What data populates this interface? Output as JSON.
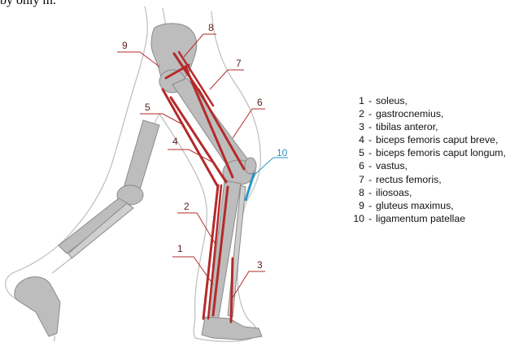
{
  "caption_fragment": "by only m.",
  "colors": {
    "muscle": "#b52a2a",
    "ligament": "#2c96c6",
    "bone": "#bdbdbd",
    "bone_stroke": "#8a8a8a",
    "outline": "#b8b8b8"
  },
  "labels": [
    {
      "id": "1",
      "text": "1",
      "color": "muscle"
    },
    {
      "id": "2",
      "text": "2",
      "color": "muscle"
    },
    {
      "id": "3",
      "text": "3",
      "color": "muscle"
    },
    {
      "id": "4",
      "text": "4",
      "color": "muscle"
    },
    {
      "id": "5",
      "text": "5",
      "color": "muscle"
    },
    {
      "id": "6",
      "text": "6",
      "color": "muscle"
    },
    {
      "id": "7",
      "text": "7",
      "color": "muscle"
    },
    {
      "id": "8",
      "text": "8",
      "color": "muscle"
    },
    {
      "id": "9",
      "text": "9",
      "color": "muscle"
    },
    {
      "id": "10",
      "text": "10",
      "color": "ligament"
    }
  ],
  "legend": [
    {
      "num": "1",
      "text": "soleus,"
    },
    {
      "num": "2",
      "text": "gastrocnemius,"
    },
    {
      "num": "3",
      "text": "tibilas anteror,"
    },
    {
      "num": "4",
      "text": "biceps femoris caput breve,"
    },
    {
      "num": "5",
      "text": "biceps femoris caput longum,"
    },
    {
      "num": "6",
      "text": "vastus,"
    },
    {
      "num": "7",
      "text": "rectus femoris,"
    },
    {
      "num": "8",
      "text": "iliosoas,"
    },
    {
      "num": "9",
      "text": "gluteus maximus,"
    },
    {
      "num": "10",
      "text": "ligamentum patellae"
    }
  ]
}
